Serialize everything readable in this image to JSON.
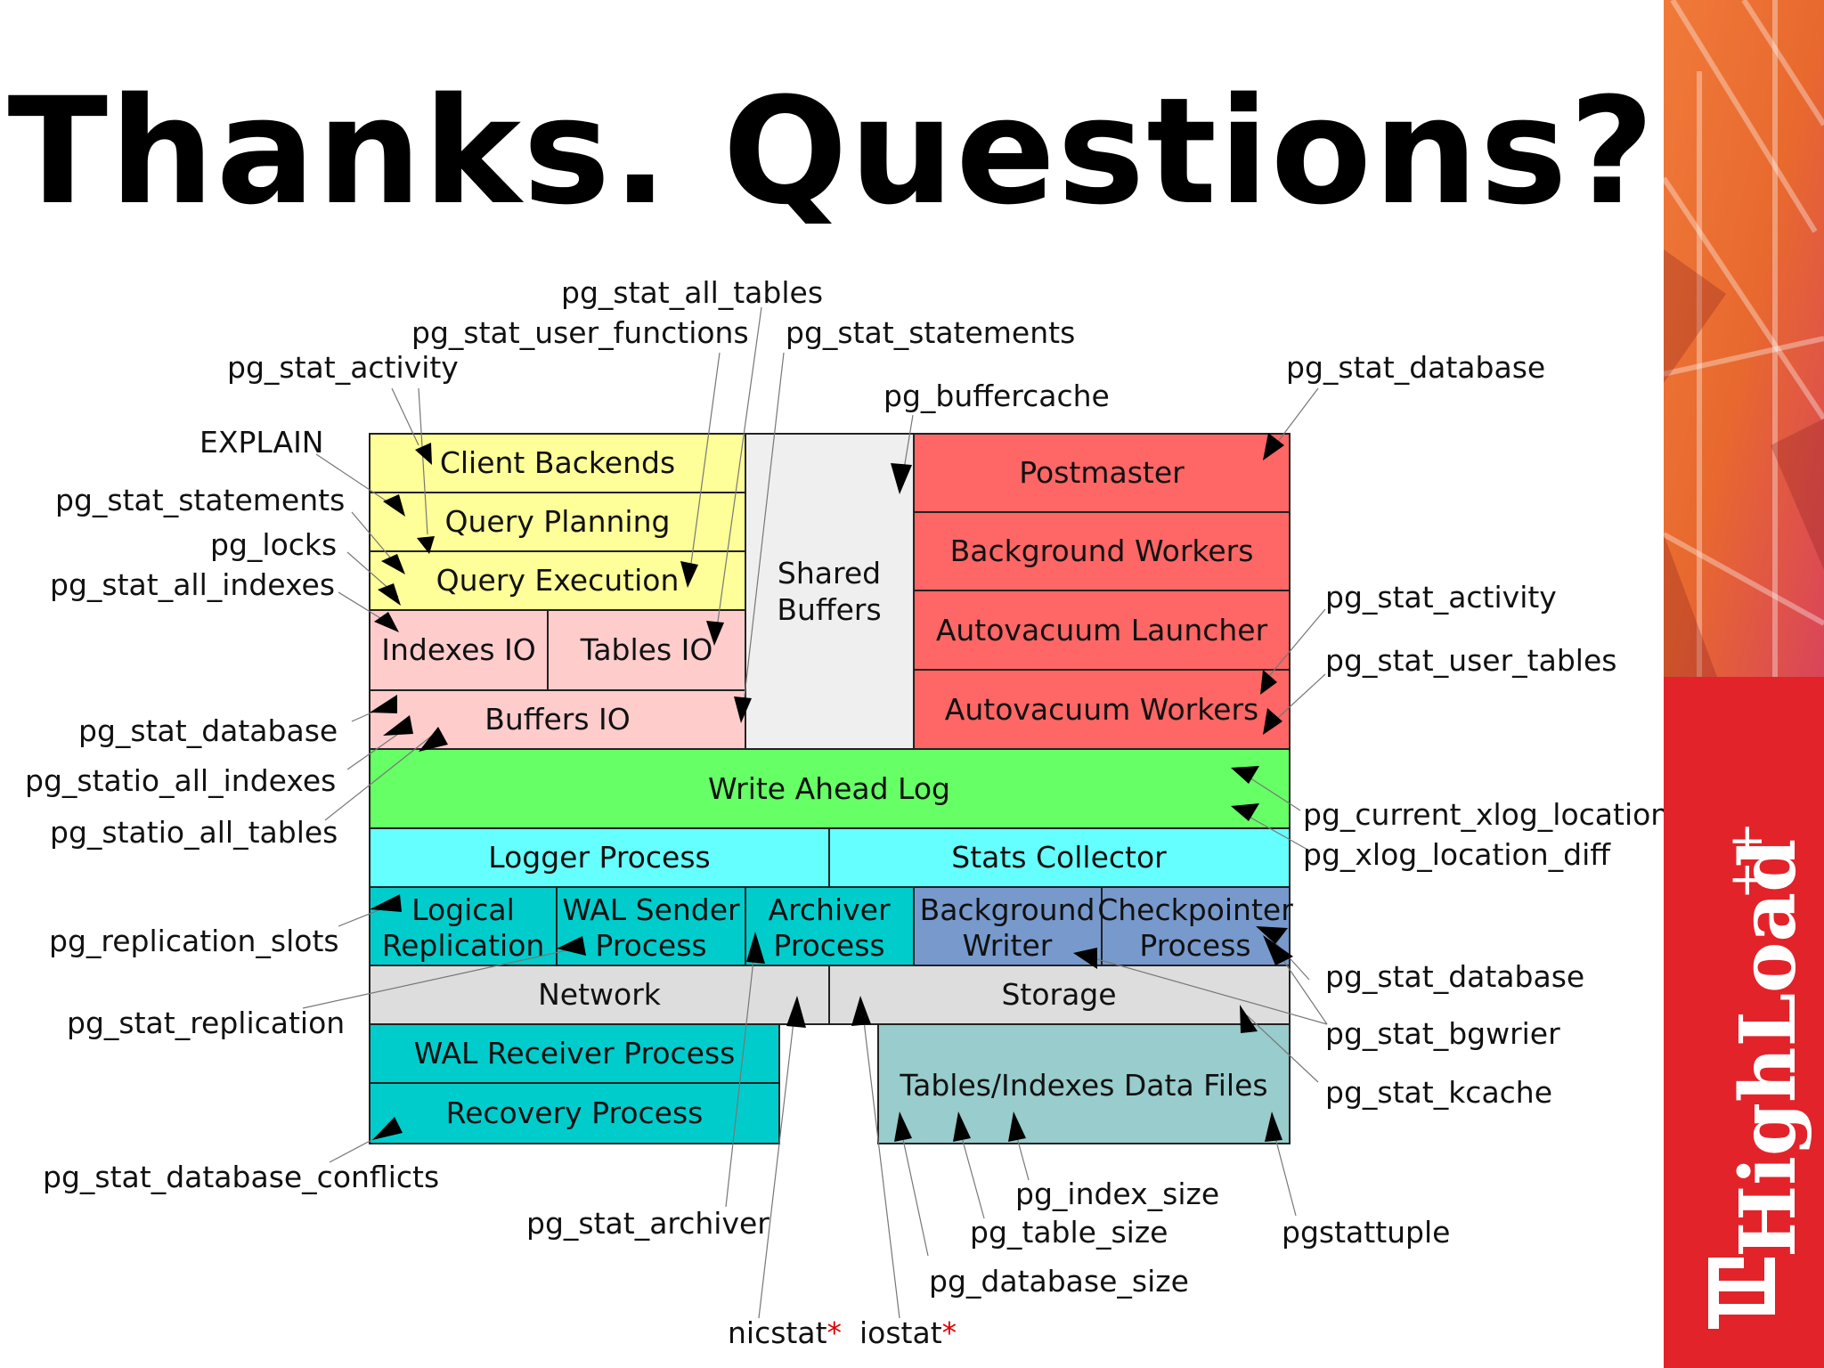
{
  "title": "Thanks. Questions?",
  "brand": {
    "name": "HighLoad",
    "superscript": "++",
    "logo_mark": "hl-logo-icon",
    "colors": {
      "red": "#e2232a",
      "orange": "#e8692e",
      "white": "#ffffff"
    }
  },
  "diagram": {
    "colors": {
      "client": "#ffff99",
      "io": "#ffcccc",
      "shared": "#efefef",
      "postmaster": "#ff6666",
      "wal": "#66ff66",
      "logger": "#66ffff",
      "teal": "#00cccc",
      "blue": "#7799cc",
      "network": "#dddddd",
      "files": "#99cccc"
    },
    "blocks": {
      "client_backends": "Client Backends",
      "query_planning": "Query Planning",
      "query_execution": "Query Execution",
      "indexes_io": "Indexes IO",
      "tables_io": "Tables IO",
      "buffers_io": "Buffers IO",
      "shared_buffers_1": "Shared",
      "shared_buffers_2": "Buffers",
      "postmaster": "Postmaster",
      "background_workers": "Background Workers",
      "autovacuum_launcher": "Autovacuum Launcher",
      "autovacuum_workers": "Autovacuum Workers",
      "write_ahead_log": "Write Ahead Log",
      "logger_process": "Logger Process",
      "stats_collector": "Stats Collector",
      "logical_replication_1": "Logical",
      "logical_replication_2": "Replication",
      "wal_sender_1": "WAL Sender",
      "wal_sender_2": "Process",
      "archiver_1": "Archiver",
      "archiver_2": "Process",
      "background_writer_1": "Background",
      "background_writer_2": "Writer",
      "checkpointer_1": "Checkpointer",
      "checkpointer_2": "Process",
      "network": "Network",
      "storage": "Storage",
      "wal_receiver": "WAL Receiver Process",
      "recovery": "Recovery Process",
      "data_files": "Tables/Indexes Data Files"
    },
    "annotations": {
      "pg_stat_all_tables": "pg_stat_all_tables",
      "pg_stat_user_functions": "pg_stat_user_functions",
      "pg_stat_statements_top": "pg_stat_statements",
      "pg_stat_activity_top": "pg_stat_activity",
      "pg_buffercache": "pg_buffercache",
      "pg_stat_database_top": "pg_stat_database",
      "explain": "EXPLAIN",
      "pg_stat_statements_left": "pg_stat_statements",
      "pg_locks": "pg_locks",
      "pg_stat_all_indexes": "pg_stat_all_indexes",
      "pg_stat_database_left": "pg_stat_database",
      "pg_statio_all_indexes": "pg_statio_all_indexes",
      "pg_statio_all_tables": "pg_statio_all_tables",
      "pg_replication_slots": "pg_replication_slots",
      "pg_stat_replication": "pg_stat_replication",
      "pg_stat_database_conflicts": "pg_stat_database_conflicts",
      "pg_stat_archiver": "pg_stat_archiver",
      "nicstat": "nicstat",
      "iostat": "iostat",
      "star": "*",
      "pg_database_size": "pg_database_size",
      "pg_table_size": "pg_table_size",
      "pg_index_size": "pg_index_size",
      "pgstattuple": "pgstattuple",
      "pg_stat_activity_right": "pg_stat_activity",
      "pg_stat_user_tables": "pg_stat_user_tables",
      "pg_current_xlog_location": "pg_current_xlog_location",
      "pg_xlog_location_diff": "pg_xlog_location_diff",
      "pg_stat_database_right": "pg_stat_database",
      "pg_stat_bgwrier": "pg_stat_bgwrier",
      "pg_stat_kcache": "pg_stat_kcache"
    }
  }
}
